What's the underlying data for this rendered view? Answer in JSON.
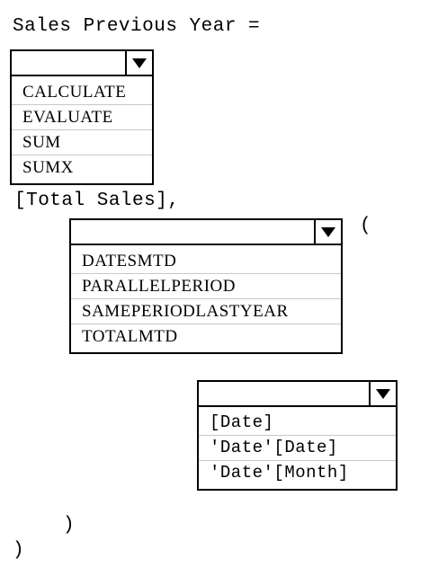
{
  "code": {
    "line1": "Sales Previous Year =",
    "line_total_sales": "[Total Sales],",
    "open_paren": "(",
    "close_paren_inner": ")",
    "close_paren_outer": ")"
  },
  "dropdown1": {
    "selected": "",
    "options": [
      "CALCULATE",
      "EVALUATE",
      "SUM",
      "SUMX"
    ]
  },
  "dropdown2": {
    "selected": "",
    "options": [
      "DATESMTD",
      "PARALLELPERIOD",
      "SAMEPERIODLASTYEAR",
      "TOTALMTD"
    ]
  },
  "dropdown3": {
    "selected": "",
    "options": [
      "[Date]",
      "'Date'[Date]",
      "'Date'[Month]"
    ]
  }
}
